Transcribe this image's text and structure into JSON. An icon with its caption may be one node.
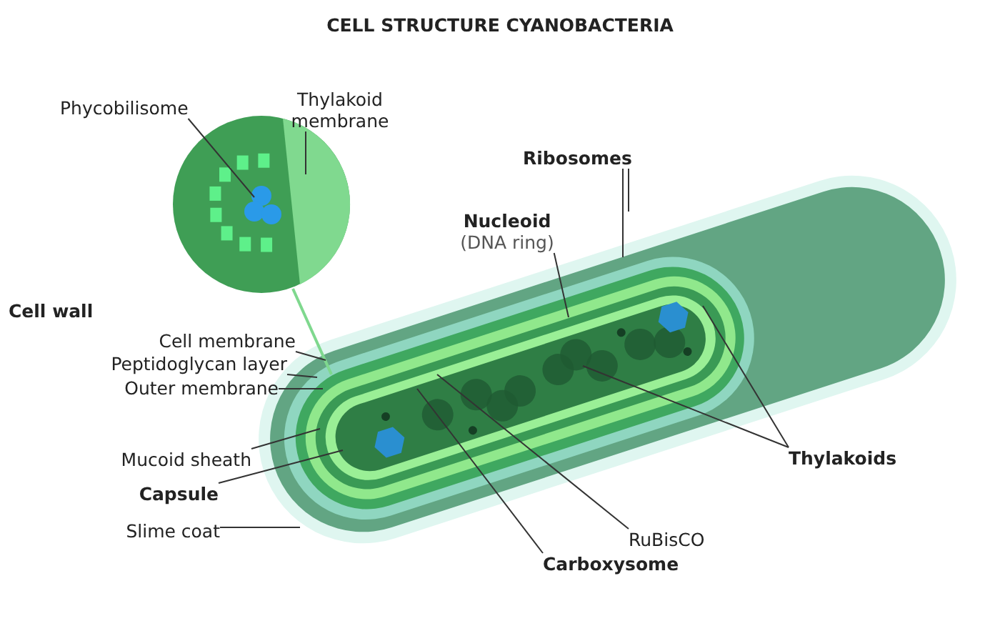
{
  "diagram": {
    "title": "CELL STRUCTURE CYANOBACTERIA",
    "nodes": [
      {
        "text": [
          "Phycobilisome"
        ]
      },
      {
        "text": [
          "Thylakoid membrane"
        ]
      },
      {
        "text": [
          "Ribosomes"
        ]
      },
      {
        "text": [
          "Nucleoid",
          "(DNA ring)"
        ]
      },
      {
        "text": [
          "Cell membrane"
        ]
      },
      {
        "text": [
          "Peptidoglycan layer"
        ]
      },
      {
        "text": [
          "Outer membrane"
        ]
      },
      {
        "text": [
          "Mucoid sheath"
        ]
      },
      {
        "text": [
          "Capsule"
        ]
      },
      {
        "text": [
          "Slime coat"
        ]
      },
      {
        "text": [
          "Thylakoids"
        ]
      },
      {
        "text": [
          "RuBisCO"
        ]
      },
      {
        "text": [
          "Carboxysome"
        ]
      }
    ],
    "edges": [
      {
        "from": 0,
        "to": null,
        "arrow": "none"
      },
      {
        "from": 1,
        "to": null,
        "arrow": "none"
      },
      {
        "from": 2,
        "to": null,
        "arrow": "none"
      },
      {
        "from": 2,
        "to": null,
        "arrow": "none"
      },
      {
        "from": 3,
        "to": null,
        "arrow": "none"
      },
      {
        "from": 4,
        "to": null,
        "arrow": "none"
      },
      {
        "from": 5,
        "to": null,
        "arrow": "none"
      },
      {
        "from": 6,
        "to": null,
        "arrow": "none"
      },
      {
        "from": 7,
        "to": null,
        "arrow": "none"
      },
      {
        "from": 8,
        "to": null,
        "arrow": "none"
      },
      {
        "from": 9,
        "to": null,
        "arrow": "none"
      },
      {
        "from": 10,
        "to": null,
        "arrow": "none"
      },
      {
        "from": 10,
        "to": null,
        "arrow": "none"
      },
      {
        "from": 11,
        "to": null,
        "arrow": "none"
      },
      {
        "from": 12,
        "to": null,
        "arrow": "none"
      }
    ],
    "labels": [
      "Cell wall"
    ]
  }
}
